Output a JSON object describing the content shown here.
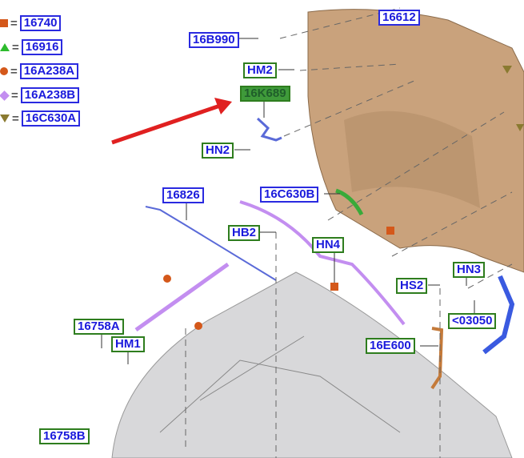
{
  "legend": [
    {
      "symbol": "square",
      "color": "#d4581a",
      "code": "16740"
    },
    {
      "symbol": "triangle-up",
      "color": "#2dbb2d",
      "code": "16916"
    },
    {
      "symbol": "circle",
      "color": "#d4581a",
      "code": "16A238A"
    },
    {
      "symbol": "diamond",
      "color": "#c38ef0",
      "code": "16A238B"
    },
    {
      "symbol": "triangle-down",
      "color": "#8a7a30",
      "code": "16C630A"
    }
  ],
  "equals": "=",
  "callouts": {
    "hood": "16612",
    "b16B990": "16B990",
    "hm2": "HM2",
    "highlight": "16K689",
    "hn2": "HN2",
    "p16826": "16826",
    "p16C630B": "16C630B",
    "hb2": "HB2",
    "hn4": "HN4",
    "hs2": "HS2",
    "hn3": "HN3",
    "p03050": "<03050",
    "p16E600": "16E600",
    "p16758A": "16758A",
    "hm1": "HM1",
    "p16758B": "16758B"
  },
  "colors": {
    "hood": "#c9a27c",
    "arrow": "#e02020",
    "label_blue": "#2a2ae0",
    "label_green": "#2e7d1e"
  }
}
